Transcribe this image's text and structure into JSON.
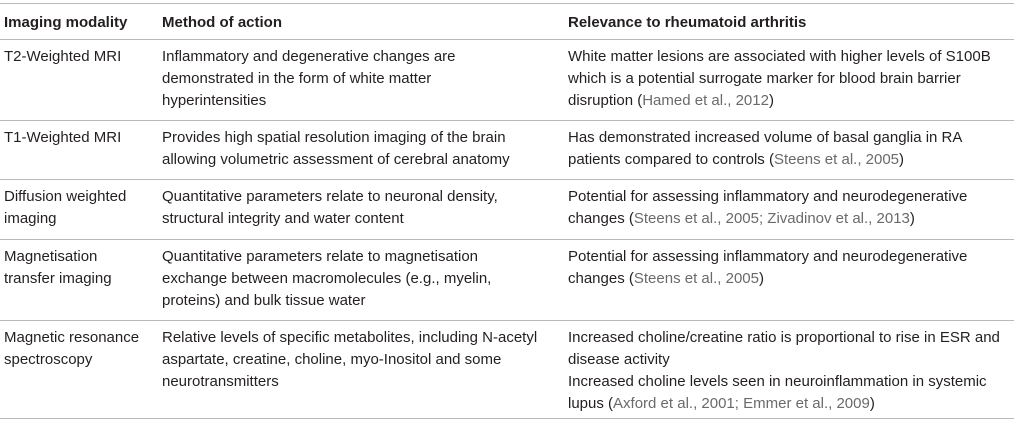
{
  "headers": {
    "col1": "Imaging modality",
    "col2": "Method of action",
    "col3": "Relevance to rheumatoid arthritis"
  },
  "rows": [
    {
      "modality": [
        "T2-Weighted MRI"
      ],
      "method": [
        "Inflammatory and degenerative changes are",
        "demonstrated in the form of white matter",
        "hyperintensities"
      ],
      "relevance": [
        {
          "text": "White matter lesions are associated with higher levels of S100B"
        },
        {
          "text": "which is a potential surrogate marker for blood brain barrier"
        },
        {
          "text": "disruption (",
          "cite": "Hamed et al., 2012",
          "after": ")"
        }
      ]
    },
    {
      "modality": [
        "T1-Weighted MRI"
      ],
      "method": [
        "Provides high spatial resolution imaging of the brain",
        "allowing volumetric assessment of cerebral anatomy"
      ],
      "relevance": [
        {
          "text": "Has demonstrated increased volume of basal ganglia in RA"
        },
        {
          "text": "patients compared to controls (",
          "cite": "Steens et al., 2005",
          "after": ")"
        }
      ]
    },
    {
      "modality": [
        "Diffusion weighted",
        "imaging"
      ],
      "method": [
        "Quantitative parameters relate to neuronal density,",
        "structural integrity and water content"
      ],
      "relevance": [
        {
          "text": "Potential for assessing inflammatory and neurodegenerative"
        },
        {
          "text": "changes (",
          "cite": "Steens et al., 2005; Zivadinov et al., 2013",
          "after": ")"
        }
      ]
    },
    {
      "modality": [
        "Magnetisation",
        "transfer imaging"
      ],
      "method": [
        "Quantitative parameters relate to magnetisation",
        "exchange between macromolecules (e.g., myelin,",
        "proteins) and bulk tissue water"
      ],
      "relevance": [
        {
          "text": "Potential for assessing inflammatory and neurodegenerative"
        },
        {
          "text": "changes (",
          "cite": "Steens et al., 2005",
          "after": ")"
        }
      ]
    },
    {
      "modality": [
        "Magnetic resonance",
        "spectroscopy"
      ],
      "method": [
        "Relative levels of specific metabolites, including N-acetyl",
        "aspartate, creatine, choline, myo-Inositol and some",
        "neurotransmitters"
      ],
      "relevance": [
        {
          "text": "Increased choline/creatine ratio is proportional to rise in ESR and"
        },
        {
          "text": "disease activity"
        },
        {
          "text": "Increased choline levels seen in neuroinflammation in systemic"
        },
        {
          "text": "lupus (",
          "cite": "Axford et al., 2001; Emmer et al., 2009",
          "after": ")"
        }
      ]
    }
  ]
}
